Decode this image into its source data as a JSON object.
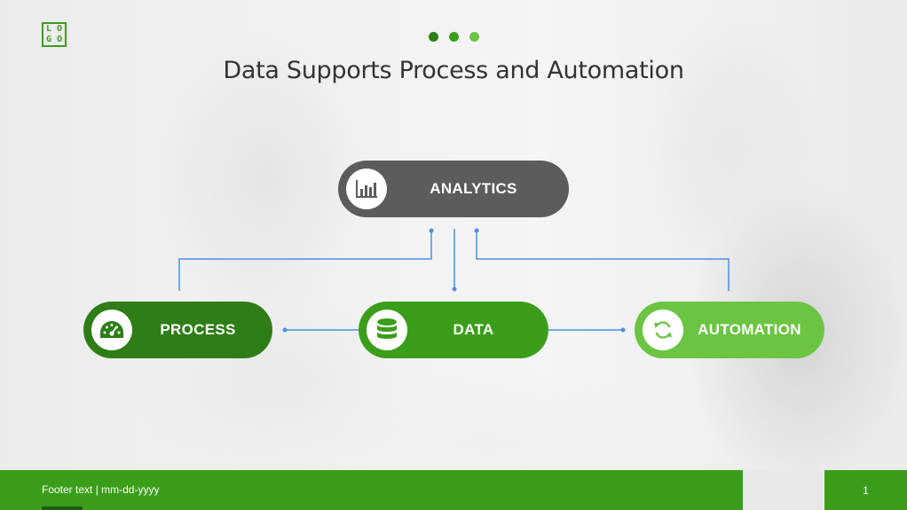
{
  "logo": {
    "letters": [
      "L",
      "O",
      "G",
      "O"
    ]
  },
  "pager": {
    "dot_colors": [
      "#2e7d16",
      "#3b9e1a",
      "#6cc443"
    ]
  },
  "slide": {
    "title": "Data Supports Process and Automation"
  },
  "nodes": {
    "analytics": {
      "label": "ANALYTICS",
      "color": "#5c5c5c",
      "icon": "bar-chart-icon"
    },
    "process": {
      "label": "PROCESS",
      "color": "#2e7d16",
      "icon": "speedometer-icon"
    },
    "data": {
      "label": "DATA",
      "color": "#3b9e1a",
      "icon": "database-icon"
    },
    "automation": {
      "label": "AUTOMATION",
      "color": "#6cc443",
      "icon": "refresh-icon"
    }
  },
  "connector_color": "#4a90e2",
  "footer": {
    "text": "Footer text | mm-dd-yyyy",
    "page_number": "1"
  }
}
